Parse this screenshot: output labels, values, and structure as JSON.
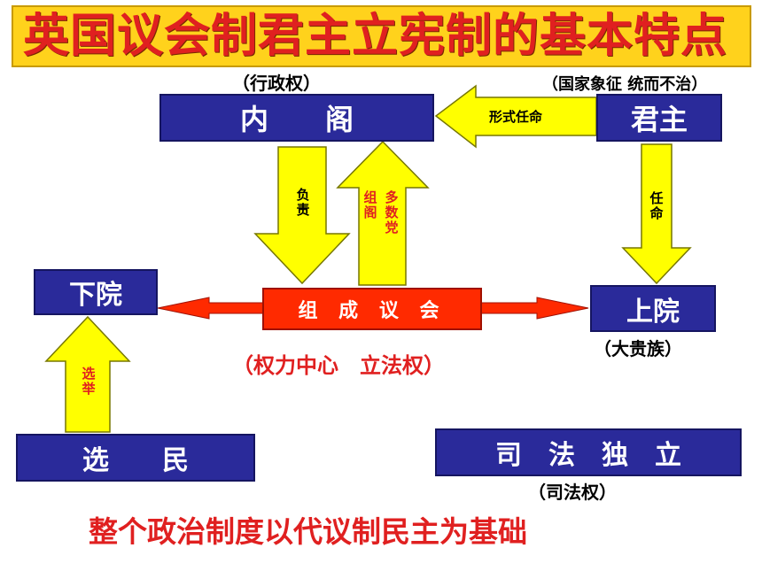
{
  "title": "英国议会制君主立宪制的基本特点",
  "nodes": {
    "cabinet": "内　　阁",
    "monarch": "君主",
    "lower_house": "下院",
    "upper_house": "上院",
    "voters": "选　　民",
    "judiciary": "司　法　独　立",
    "parliament": "组 成 议 会"
  },
  "notes": {
    "cabinet": "（行政权）",
    "monarch": "（国家象征  统而不治）",
    "upper_house": "（大贵族）",
    "judiciary": "（司法权）",
    "parliament": "（权力中心　立法权）"
  },
  "arrow_labels": {
    "formal_appointment": "形式任命",
    "responsible": "负责",
    "majority_party": "多数党",
    "form_cabinet": "组阁",
    "appoint": "任命",
    "elect": "选举"
  },
  "footer": "整个政治制度以代议制民主为基础",
  "colors": {
    "title_bg": "#ffd21c",
    "title_text": "#e02020",
    "box_blue": "#2a2a9a",
    "arrow_yellow": "#ffff00",
    "arrow_red": "#ff2a00",
    "footer_text": "#e02020"
  }
}
